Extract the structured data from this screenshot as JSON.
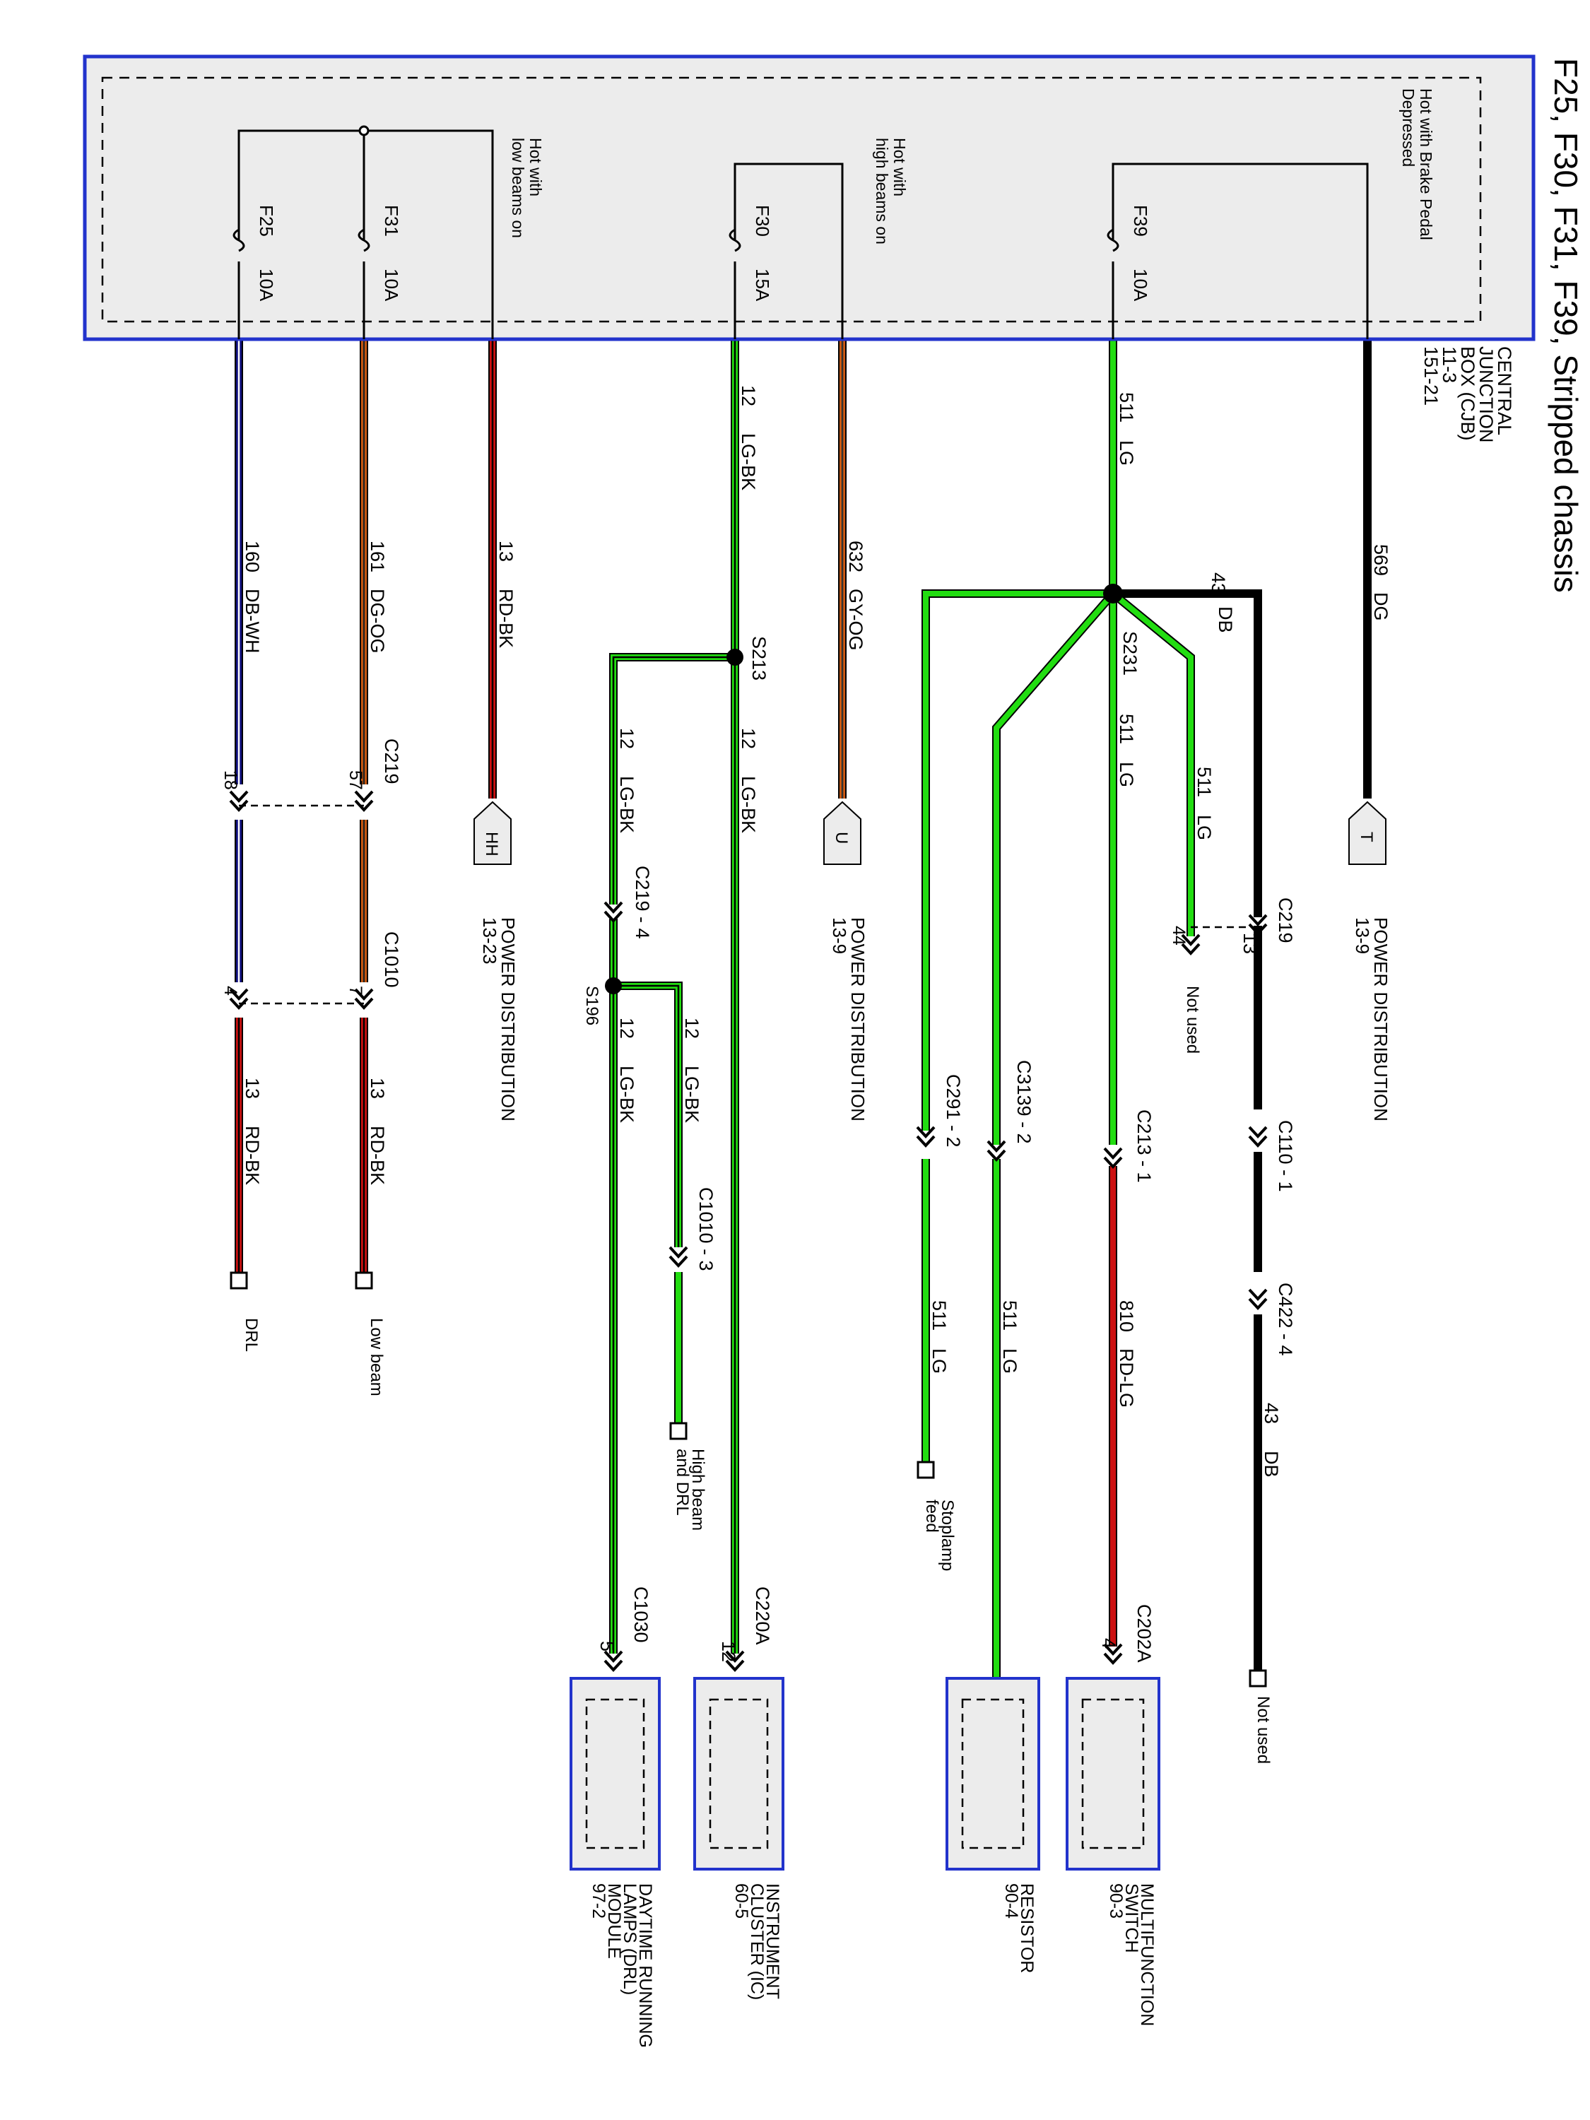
{
  "title": "F25, F30, F31, F39, Stripped chassis",
  "colors": {
    "LG": "#22dd11",
    "BK": "#000000",
    "RD": "#cc1111",
    "DB": "#101080",
    "DG": "#000000",
    "GY": "#555555",
    "OG": "#d05a10",
    "WH": "#ffffff",
    "box_border": "#2233cc",
    "box_fill": "#ececec"
  },
  "cjb": {
    "lines": [
      "CENTRAL",
      "JUNCTION",
      "BOX (CJB)",
      "11-3",
      "151-21"
    ],
    "notes": {
      "brake": [
        "Hot with Brake Pedal",
        "Depressed"
      ],
      "high": [
        "Hot with",
        "high beams on"
      ],
      "low": [
        "Hot with",
        "low beams on"
      ]
    }
  },
  "fuses": [
    {
      "id": "F39",
      "amp": "10A"
    },
    {
      "id": "F30",
      "amp": "15A"
    },
    {
      "id": "F31",
      "amp": "10A"
    },
    {
      "id": "F25",
      "amp": "10A"
    }
  ],
  "labels": {
    "w569": [
      "569",
      "DG"
    ],
    "w511a": [
      "511",
      "LG"
    ],
    "w43": [
      "43",
      "DB"
    ],
    "s231": "S231",
    "w511b": [
      "511",
      "LG"
    ],
    "w511c": [
      "511",
      "LG"
    ],
    "w632": [
      "632",
      "GY-OG"
    ],
    "w12a": [
      "12",
      "LG-BK"
    ],
    "s213": "S213",
    "w12b": [
      "12",
      "LG-BK"
    ],
    "w12c": [
      "12",
      "LG-BK"
    ],
    "w13": [
      "13",
      "RD-BK"
    ],
    "w161": [
      "161",
      "DG-OG"
    ],
    "w160": [
      "160",
      "DB-WH"
    ],
    "c219": "C219",
    "c219_13": "13",
    "c219_44": "44",
    "not_used_1": "Not used",
    "c110": "C110 - 1",
    "c422": "C422 - 4",
    "w43b": [
      "43",
      "DB"
    ],
    "not_used_2": "Not used",
    "c213": "C213 - 1",
    "w810": [
      "810",
      "RD-LG"
    ],
    "c202a": "C202A",
    "c202a_pin": "4",
    "c3139": "C3139 - 2",
    "w511d": [
      "511",
      "LG"
    ],
    "c291": "C291 - 2",
    "w511e": [
      "511",
      "LG"
    ],
    "stoplamp": [
      "Stoplamp",
      "feed"
    ],
    "c219_4": "C219 - 4",
    "s196": "S196",
    "w12d": [
      "12",
      "LG-BK"
    ],
    "c1010_3": "C1010 - 3",
    "w12e": [
      "12",
      "LG-BK"
    ],
    "highbeam_drl": [
      "High beam",
      "and DRL"
    ],
    "c1030": "C1030",
    "c1030_pin": "5",
    "c220a": "C220A",
    "c220a_pin": "12",
    "c219b": "C219",
    "pin57": "57",
    "pin18": "18",
    "c1010": "C1010",
    "pin7": "7",
    "pin4": "4",
    "w13b": [
      "13",
      "RD-BK"
    ],
    "w13c": [
      "13",
      "RD-BK"
    ],
    "low_beam": "Low beam",
    "drl": "DRL"
  },
  "power_dist": [
    {
      "tag": "T",
      "lines": [
        "POWER DISTRIBUTION",
        "13-9"
      ]
    },
    {
      "tag": "U",
      "lines": [
        "POWER DISTRIBUTION",
        "13-9"
      ]
    },
    {
      "tag": "HH",
      "lines": [
        "POWER DISTRIBUTION",
        "13-23"
      ]
    }
  ],
  "components": [
    {
      "lines": [
        "MULTIFUNCTION",
        "SWITCH",
        "90-3"
      ]
    },
    {
      "lines": [
        "RESISTOR",
        "90-4"
      ]
    },
    {
      "lines": [
        "INSTRUMENT",
        "CLUSTER (IC)",
        "60-5"
      ]
    },
    {
      "lines": [
        "DAYTIME RUNNING",
        "LAMPS (DRL)",
        "MODULE",
        "97-2"
      ]
    }
  ]
}
